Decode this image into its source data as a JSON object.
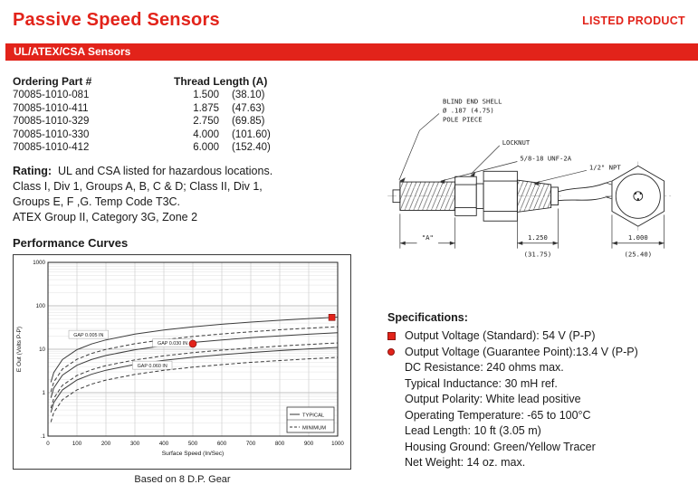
{
  "colors": {
    "accent": "#e2231a",
    "text": "#1a1a1a"
  },
  "header": {
    "title": "Passive Speed Sensors",
    "listed_product": "LISTED PRODUCT"
  },
  "band": {
    "label": "UL/ATEX/CSA Sensors"
  },
  "ordering": {
    "col_part": "Ordering Part #",
    "col_thread": "Thread Length (A)",
    "rows": [
      {
        "part": "70085-1010-081",
        "inch": "1.500",
        "mm": "(38.10)"
      },
      {
        "part": "70085-1010-411",
        "inch": "1.875",
        "mm": "(47.63)"
      },
      {
        "part": "70085-1010-329",
        "inch": "2.750",
        "mm": "(69.85)"
      },
      {
        "part": "70085-1010-330",
        "inch": "4.000",
        "mm": "(101.60)"
      },
      {
        "part": "70085-1010-412",
        "inch": "6.000",
        "mm": "(152.40)"
      }
    ]
  },
  "rating": {
    "label": "Rating:",
    "lines": [
      "UL and CSA listed for hazardous locations.",
      "Class I, Div 1, Groups A, B, C & D; Class II, Div 1,",
      "Groups E, F ,G. Temp Code T3C.",
      "ATEX Group II, Category 3G, Zone 2"
    ]
  },
  "drawing": {
    "callout_blind_shell": "BLIND END SHELL",
    "callout_diameter": "Ø .187 (4.75)",
    "callout_pole_piece": "POLE PIECE",
    "callout_locknut": "LOCKNUT",
    "callout_thread": "5/8-18 UNF-2A",
    "callout_npt": "1/2\" NPT",
    "dim_a": "\"A\"",
    "dim_length_in": "1.250",
    "dim_length_mm": "(31.75)",
    "dim_width_in": "1.000",
    "dim_width_mm": "(25.40)"
  },
  "specifications": {
    "heading": "Specifications:",
    "items": [
      {
        "bullet": "square",
        "text": "Output Voltage (Standard):  54 V (P-P)"
      },
      {
        "bullet": "circle",
        "text": "Output Voltage (Guarantee Point):13.4 V (P-P)"
      },
      {
        "bullet": "none",
        "text": "DC Resistance:  240 ohms max."
      },
      {
        "bullet": "none",
        "text": "Typical Inductance:  30 mH ref."
      },
      {
        "bullet": "none",
        "text": "Output Polarity:  White lead positive"
      },
      {
        "bullet": "none",
        "text": "Operating Temperature:  -65 to 100°C"
      },
      {
        "bullet": "none",
        "text": "Lead Length:  10 ft (3.05 m)"
      },
      {
        "bullet": "none",
        "text": "Housing Ground:  Green/Yellow Tracer"
      },
      {
        "bullet": "none",
        "text": "Net Weight:  14 oz. max."
      }
    ]
  },
  "chart_data": {
    "type": "line",
    "title": "Performance Curves",
    "caption": "Based on 8 D.P. Gear",
    "xlabel": "Surface Speed (In/Sec)",
    "ylabel": "E Out (Volts P-P)",
    "x_range": [
      0,
      1000
    ],
    "y_range": [
      0.1,
      1000
    ],
    "y_scale": "log",
    "grid": true,
    "x_ticks": [
      0,
      100,
      200,
      300,
      400,
      500,
      600,
      700,
      800,
      900,
      1000
    ],
    "y_tick_values": [
      0.1,
      1,
      10,
      100,
      1000
    ],
    "y_tick_labels": [
      ".1",
      "1",
      "10",
      "100",
      "1000"
    ],
    "x": [
      10,
      20,
      50,
      100,
      150,
      200,
      300,
      400,
      500,
      600,
      700,
      800,
      900,
      1000
    ],
    "series": [
      {
        "name": "GAP 0.005 IN TYPICAL",
        "style": "solid",
        "y": [
          1.74,
          2.92,
          5.81,
          9.77,
          13.2,
          16.4,
          22.3,
          27.6,
          32.7,
          37.5,
          42.1,
          46.5,
          50.8,
          55.0
        ]
      },
      {
        "name": "GAP 0.005 IN MINIMUM",
        "style": "dashed",
        "y": [
          1.05,
          1.76,
          3.5,
          5.88,
          7.97,
          9.89,
          13.4,
          16.6,
          19.7,
          22.5,
          25.3,
          28.0,
          30.6,
          33.0
        ]
      },
      {
        "name": "GAP 0.030 IN TYPICAL",
        "style": "solid",
        "y": [
          0.76,
          1.28,
          2.54,
          4.27,
          5.79,
          7.18,
          9.73,
          12.1,
          14.3,
          16.4,
          18.4,
          20.3,
          22.2,
          24.0
        ]
      },
      {
        "name": "GAP 0.030 IN MINIMUM",
        "style": "dashed",
        "y": [
          0.44,
          0.74,
          1.48,
          2.49,
          3.37,
          4.19,
          5.67,
          7.04,
          8.32,
          9.54,
          10.7,
          11.8,
          12.9,
          14.0
        ]
      },
      {
        "name": "GAP 0.060 IN TYPICAL",
        "style": "solid",
        "y": [
          0.35,
          0.59,
          1.16,
          1.96,
          2.65,
          3.29,
          4.46,
          5.53,
          6.54,
          7.5,
          8.42,
          9.31,
          10.2,
          11.0
        ]
      },
      {
        "name": "GAP 0.060 IN MINIMUM",
        "style": "dashed",
        "y": [
          0.21,
          0.35,
          0.69,
          1.16,
          1.57,
          1.95,
          2.64,
          3.27,
          3.87,
          4.43,
          4.98,
          5.5,
          6.01,
          6.5
        ]
      }
    ],
    "curve_labels": [
      {
        "text": "GAP 0.005 IN",
        "x": 140,
        "y": 22
      },
      {
        "text": "GAP 0.030 IN",
        "x": 430,
        "y": 14
      },
      {
        "text": "GAP 0.060 IN",
        "x": 360,
        "y": 4.3
      }
    ],
    "markers": [
      {
        "shape": "square",
        "color": "#e2231a",
        "x": 980,
        "y": 54
      },
      {
        "shape": "circle",
        "color": "#e2231a",
        "x": 500,
        "y": 13.4
      }
    ],
    "legend": {
      "position": "lower right",
      "items": [
        {
          "label": "TYPICAL",
          "style": "solid"
        },
        {
          "label": "MINIMUM",
          "style": "dashed"
        }
      ]
    }
  }
}
